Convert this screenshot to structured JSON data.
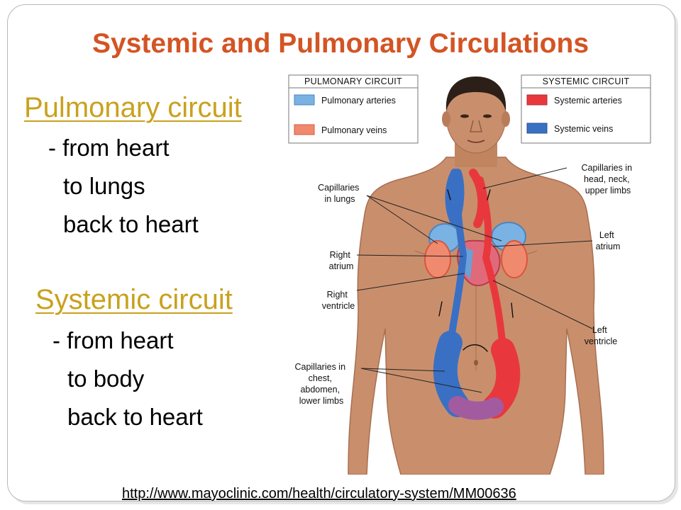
{
  "slide": {
    "title": "Systemic and Pulmonary Circulations",
    "pulmonary": {
      "heading": "Pulmonary circuit",
      "lines": [
        "- from heart",
        "to lungs",
        "back to heart"
      ]
    },
    "systemic": {
      "heading": "Systemic circuit",
      "lines": [
        "- from heart",
        "to body",
        "back to heart"
      ]
    },
    "source_url": "http://www.mayoclinic.com/health/circulatory-system/MM00636"
  },
  "diagram": {
    "legend_pulmonary": {
      "title": "PULMONARY CIRCUIT",
      "items": [
        {
          "label": "Pulmonary arteries",
          "color": "#7ab2e4"
        },
        {
          "label": "Pulmonary veins",
          "color": "#f08a6e"
        }
      ]
    },
    "legend_systemic": {
      "title": "SYSTEMIC CIRCUIT",
      "items": [
        {
          "label": "Systemic arteries",
          "color": "#e8383d"
        },
        {
          "label": "Systemic veins",
          "color": "#3a70c4"
        }
      ]
    },
    "labels": {
      "capillaries_lungs": [
        "Capillaries",
        "in lungs"
      ],
      "capillaries_head": [
        "Capillaries in",
        "head, neck,",
        "upper limbs"
      ],
      "right_atrium": [
        "Right",
        "atrium"
      ],
      "left_atrium": [
        "Left",
        "atrium"
      ],
      "right_ventricle": [
        "Right",
        "ventricle"
      ],
      "left_ventricle": [
        "Left",
        "ventricle"
      ],
      "capillaries_chest": [
        "Capillaries in",
        "chest,",
        "abdomen,",
        "lower limbs"
      ]
    },
    "colors": {
      "skin": "#c98f6d",
      "skin_shadow": "#a86f50",
      "hair": "#2b1f18",
      "title": "#d35424",
      "heading": "#c9a11d"
    }
  }
}
